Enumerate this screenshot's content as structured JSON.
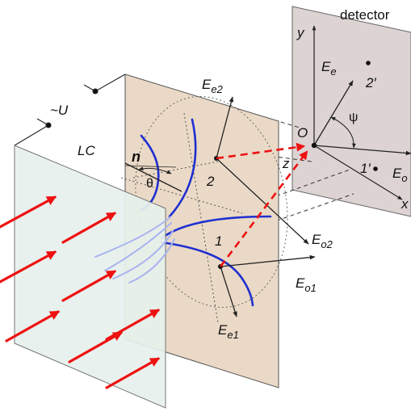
{
  "labels": {
    "detector": "detector",
    "voltage": "~U",
    "lc": "LC",
    "director": "n",
    "theta": "θ",
    "ee2": "E",
    "ee2_sub": "e2",
    "ee": "E",
    "ee_sub": "e",
    "point_2_prime": "2′",
    "psi": "ψ",
    "origin": "O",
    "z_axis": "z",
    "y_axis": "y",
    "x_axis": "x",
    "point_1_prime": "1′",
    "eo": "E",
    "eo_sub": "o",
    "point_2": "2",
    "point_1": "1",
    "eo2": "E",
    "eo2_sub": "o2",
    "eo1": "E",
    "eo1_sub": "o1",
    "ee1": "E",
    "ee1_sub": "e1"
  },
  "colors": {
    "glass_fill": "#e6f0ec",
    "lc_fill": "#ead9c6",
    "detector_fill": "#ddd3d3",
    "disclination": "#1f2fd0",
    "light_arrow": "#ee1111",
    "laser_path": "#ee1111",
    "frame": "#333333"
  }
}
